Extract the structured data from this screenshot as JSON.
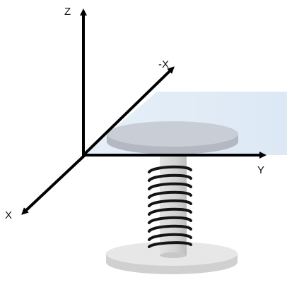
{
  "axes": {
    "z_label": "Z",
    "neg_x_label": "-X",
    "y_label": "Y",
    "x_label": "X"
  },
  "colors": {
    "axis": "#000000",
    "plane_fill": "#bcd3e8",
    "disc_top": "#c9ccd3",
    "disc_side": "#b3b7c0",
    "post": "#d9d9d9",
    "spring": "#111111",
    "base_top": "#e6e6e6",
    "base_side": "#d2d2d2"
  },
  "icons": {
    "axis_arrow": "arrowhead"
  }
}
